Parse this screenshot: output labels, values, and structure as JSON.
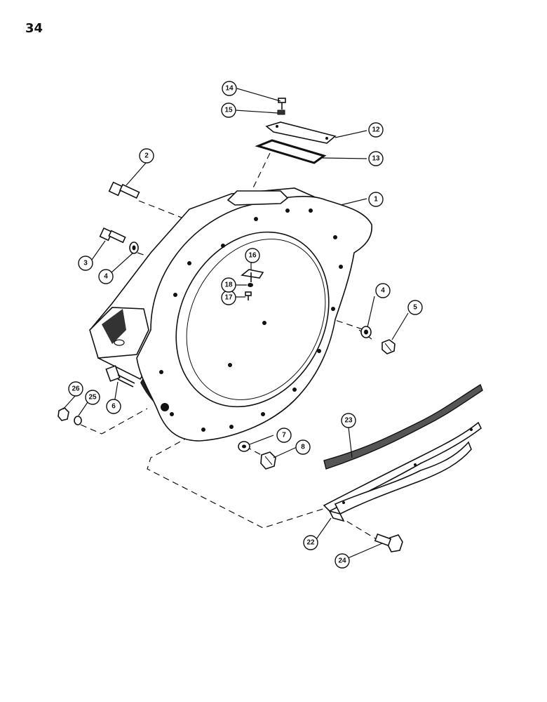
{
  "page_number": "34",
  "callouts": [
    "1",
    "2",
    "3",
    "4",
    "4",
    "5",
    "6",
    "7",
    "8",
    "12",
    "13",
    "14",
    "15",
    "16",
    "17",
    "18",
    "22",
    "23",
    "24",
    "25",
    "26"
  ]
}
